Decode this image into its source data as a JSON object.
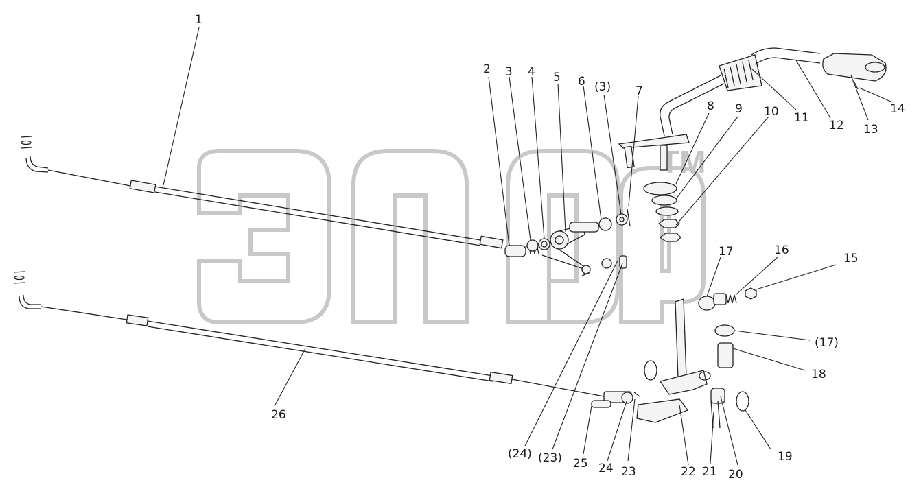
{
  "watermark": {
    "symbol": "TM"
  },
  "colors": {
    "ink": "#222222",
    "watermark": "#c4c4c4",
    "background": "#ffffff"
  },
  "callouts": [
    {
      "id": "c1",
      "text": "1"
    },
    {
      "id": "c2",
      "text": "2"
    },
    {
      "id": "c3",
      "text": "3"
    },
    {
      "id": "c4",
      "text": "4"
    },
    {
      "id": "c5",
      "text": "5"
    },
    {
      "id": "c6",
      "text": "6"
    },
    {
      "id": "c3b",
      "text": "(3)"
    },
    {
      "id": "c7",
      "text": "7"
    },
    {
      "id": "c8",
      "text": "8"
    },
    {
      "id": "c9",
      "text": "9"
    },
    {
      "id": "c10",
      "text": "10"
    },
    {
      "id": "c11",
      "text": "11"
    },
    {
      "id": "c12",
      "text": "12"
    },
    {
      "id": "c13",
      "text": "13"
    },
    {
      "id": "c14",
      "text": "14"
    },
    {
      "id": "c15",
      "text": "15"
    },
    {
      "id": "c16",
      "text": "16"
    },
    {
      "id": "c17",
      "text": "17"
    },
    {
      "id": "c17b",
      "text": "(17)"
    },
    {
      "id": "c18",
      "text": "18"
    },
    {
      "id": "c19",
      "text": "19"
    },
    {
      "id": "c20",
      "text": "20"
    },
    {
      "id": "c21",
      "text": "21"
    },
    {
      "id": "c22",
      "text": "22"
    },
    {
      "id": "c23",
      "text": "23"
    },
    {
      "id": "c24",
      "text": "24"
    },
    {
      "id": "c25",
      "text": "25"
    },
    {
      "id": "c23b",
      "text": "(23)"
    },
    {
      "id": "c24b",
      "text": "(24)"
    },
    {
      "id": "c26",
      "text": "26"
    }
  ]
}
